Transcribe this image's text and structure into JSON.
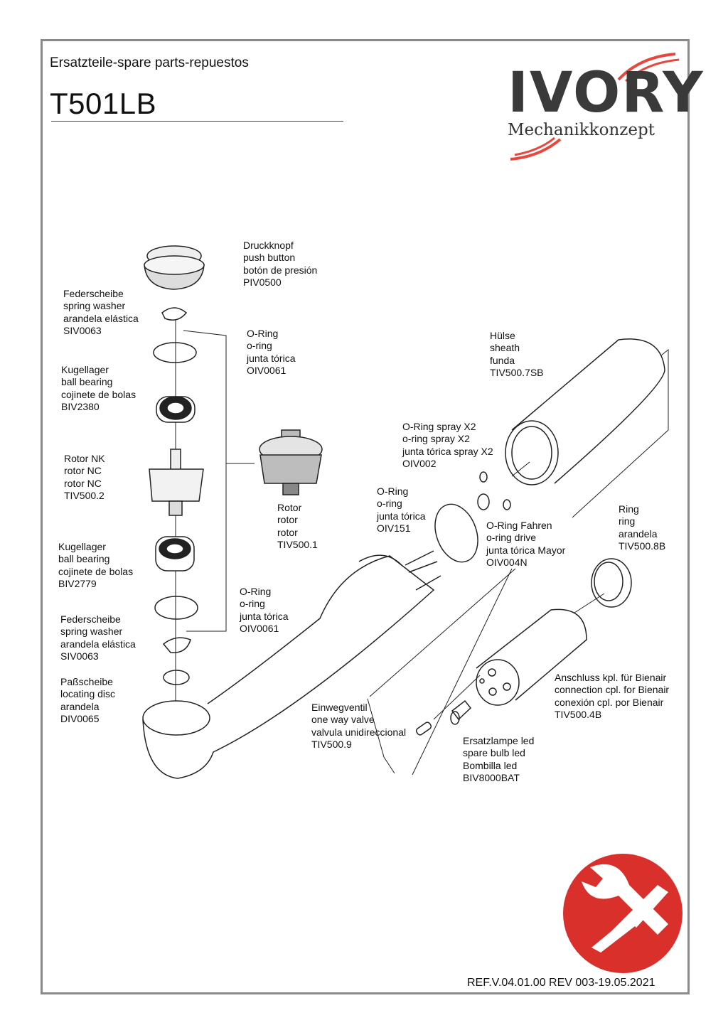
{
  "header": {
    "subtitle": "Ersatzteile-spare parts-repuestos",
    "model": "T501LB"
  },
  "logo": {
    "brand": "IVORY",
    "tagline": "Mechanikkonzept",
    "accent": "#e8473e"
  },
  "parts": [
    {
      "lines": [
        "Druckknopf",
        "push button",
        "botón de presión",
        "PIV0500"
      ]
    },
    {
      "lines": [
        "Federscheibe",
        "spring washer",
        "arandela elástica",
        "SIV0063"
      ]
    },
    {
      "lines": [
        "O-Ring",
        "o-ring",
        "junta tórica",
        "OIV0061"
      ]
    },
    {
      "lines": [
        "Kugellager",
        "ball bearing",
        "cojinete de bolas",
        "BIV2380"
      ]
    },
    {
      "lines": [
        "Rotor NK",
        "rotor NC",
        "rotor NC",
        "TIV500.2"
      ]
    },
    {
      "lines": [
        "Rotor",
        "rotor",
        "rotor",
        "TIV500.1"
      ]
    },
    {
      "lines": [
        "Kugellager",
        "ball bearing",
        "cojinete de bolas",
        "BIV2779"
      ]
    },
    {
      "lines": [
        "O-Ring",
        "o-ring",
        "junta tórica",
        "OIV0061"
      ]
    },
    {
      "lines": [
        "Federscheibe",
        "spring washer",
        "arandela elástica",
        "SIV0063"
      ]
    },
    {
      "lines": [
        "Paßscheibe",
        "locating disc",
        "arandela",
        "DIV0065"
      ]
    },
    {
      "lines": [
        "Hülse",
        "sheath",
        "funda",
        "TIV500.7SB"
      ]
    },
    {
      "lines": [
        "O-Ring spray X2",
        "o-ring spray X2",
        "junta tórica spray X2",
        "OIV002"
      ]
    },
    {
      "lines": [
        "O-Ring",
        "o-ring",
        "junta tórica",
        "OIV151"
      ]
    },
    {
      "lines": [
        "O-Ring Fahren",
        "o-ring drive",
        "junta tórica Mayor",
        "OIV004N"
      ]
    },
    {
      "lines": [
        "Ring",
        "ring",
        "arandela",
        "TIV500.8B"
      ]
    },
    {
      "lines": [
        "Anschluss kpl. für Bienair",
        "connection cpl. for Bienair",
        "conexión cpl. por Bienair",
        "TIV500.4B"
      ]
    },
    {
      "lines": [
        "Einwegventil",
        "one way valve",
        "valvula unidireccional",
        "TIV500.9"
      ]
    },
    {
      "lines": [
        "Ersatzlampe led",
        "spare bulb led",
        "Bombilla led",
        "BIV8000BAT"
      ]
    }
  ],
  "footer": {
    "ref": "REF.V.04.01.00 REV 003-19.05.2021"
  },
  "badge": {
    "icon": "tools-icon",
    "color": "#d9302c"
  }
}
